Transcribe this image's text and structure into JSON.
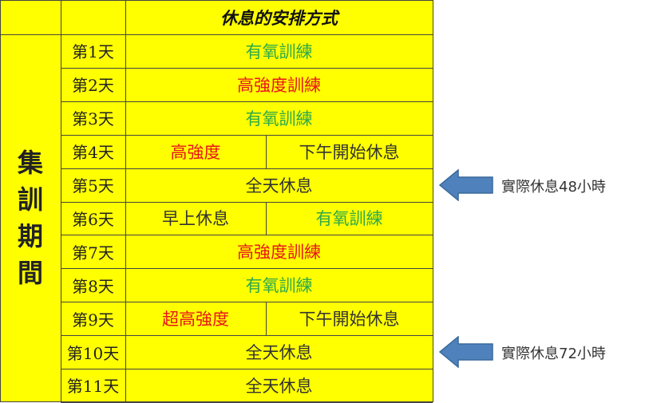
{
  "title": "休息的安排方式",
  "side_label": [
    "集",
    "訓",
    "期",
    "間"
  ],
  "rows": [
    {
      "day": "第1天",
      "cells": [
        {
          "text": "有氧訓練",
          "color": "green"
        }
      ]
    },
    {
      "day": "第2天",
      "cells": [
        {
          "text": "高強度訓練",
          "color": "red"
        }
      ]
    },
    {
      "day": "第3天",
      "cells": [
        {
          "text": "有氧訓練",
          "color": "green"
        }
      ]
    },
    {
      "day": "第4天",
      "cells": [
        {
          "text": "高強度",
          "color": "red"
        },
        {
          "text": "下午開始休息",
          "color": "dark"
        }
      ]
    },
    {
      "day": "第5天",
      "cells": [
        {
          "text": "全天休息",
          "color": "dark"
        }
      ]
    },
    {
      "day": "第6天",
      "cells": [
        {
          "text": "早上休息",
          "color": "dark"
        },
        {
          "text": "有氧訓練",
          "color": "green"
        }
      ]
    },
    {
      "day": "第7天",
      "cells": [
        {
          "text": "高強度訓練",
          "color": "red"
        }
      ]
    },
    {
      "day": "第8天",
      "cells": [
        {
          "text": "有氧訓練",
          "color": "green"
        }
      ]
    },
    {
      "day": "第9天",
      "cells": [
        {
          "text": "超高強度",
          "color": "red"
        },
        {
          "text": "下午開始休息",
          "color": "dark"
        }
      ]
    },
    {
      "day": "第10天",
      "cells": [
        {
          "text": "全天休息",
          "color": "dark"
        }
      ]
    },
    {
      "day": "第11天",
      "cells": [
        {
          "text": "全天休息",
          "color": "dark"
        }
      ]
    }
  ],
  "annotations": [
    {
      "text": "實際休息48小時",
      "row": 4,
      "icon": "left-arrow-icon"
    },
    {
      "text": "實際休息72小時",
      "row": 9,
      "icon": "left-arrow-icon"
    }
  ],
  "colors": {
    "table_bg": "#ffff00",
    "arrow": "#4f81bd",
    "green": "#2ea84b",
    "red": "#e8141c"
  }
}
